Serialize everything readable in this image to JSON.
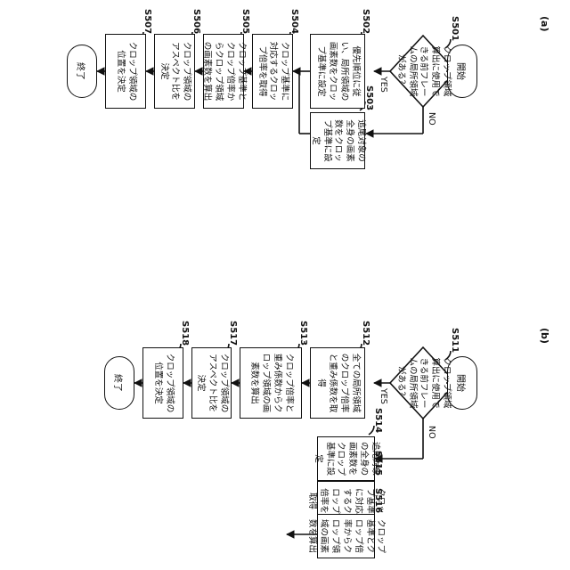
{
  "figure": {
    "panels": [
      {
        "label": "(a)",
        "start": "開始",
        "end": "終了",
        "decision": {
          "step": "S501",
          "text": "クロップ領域算出に使用できる前フレームの局所領域がある？",
          "yes": "YES",
          "no": "NO"
        },
        "steps": [
          {
            "step": "S502",
            "text": "優先順位に従い、局所領域の画素数をクロップ基準に設定"
          },
          {
            "step": "S503",
            "text": "追尾対象の全身の画素数をクロップ基準に設定"
          },
          {
            "step": "S504",
            "text": "クロップ基準に対応するクロップ倍率を取得"
          },
          {
            "step": "S505",
            "text": "クロップ基準とクロップ倍率からクロップ領域の画素数を算出"
          },
          {
            "step": "S506",
            "text": "クロップ領域のアスペクト比を決定"
          },
          {
            "step": "S507",
            "text": "クロップ領域の位置を決定"
          }
        ]
      },
      {
        "label": "(b)",
        "start": "開始",
        "end": "終了",
        "decision": {
          "step": "S511",
          "text": "クロップ領域算出に使用できる前フレームの局所領域がある？",
          "yes": "YES",
          "no": "NO"
        },
        "steps": [
          {
            "step": "S512",
            "text": "全ての局所領域のクロップ倍率と重み係数を取得"
          },
          {
            "step": "S513",
            "text": "クロップ倍率と重み係数からクロップ領域の画素数を算出"
          },
          {
            "step": "S514",
            "text": "追尾対象の全身の画素数をクロップ基準に設定"
          },
          {
            "step": "S515",
            "text": "クロップ基準に対応するクロップ倍率を取得"
          },
          {
            "step": "S516",
            "text": "クロップ基準とクロップ倍率からクロップ領域の画素数を算出"
          },
          {
            "step": "S517",
            "text": "クロップ領域のアスペクト比を決定"
          },
          {
            "step": "S518",
            "text": "クロップ領域の位置を決定"
          }
        ]
      }
    ]
  }
}
